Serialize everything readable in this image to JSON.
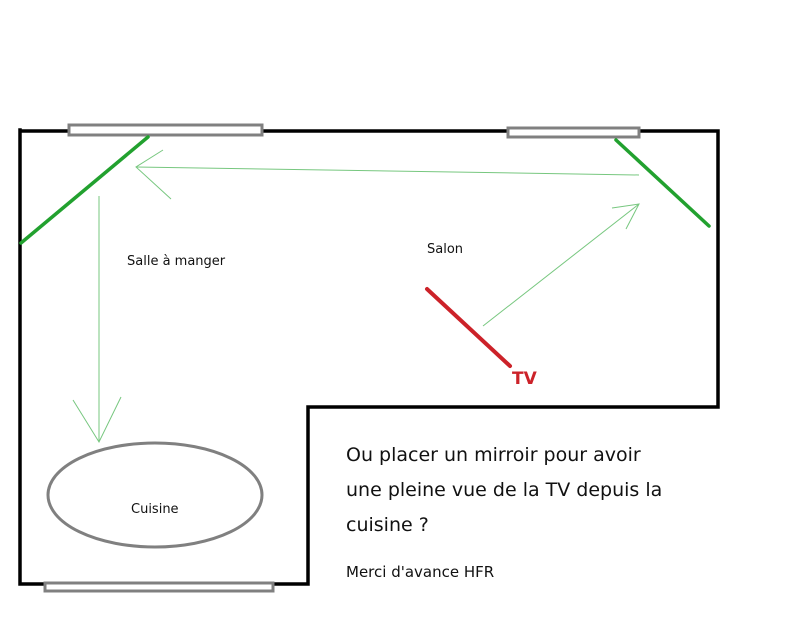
{
  "rooms": {
    "dining": "Salle à manger",
    "living": "Salon",
    "kitchen": "Cuisine"
  },
  "tv_label": "TV",
  "question_lines": [
    "Ou placer un mirroir pour avoir",
    "une pleine vue de la TV depuis la",
    "cuisine ?"
  ],
  "thanks": "Merci d'avance HFR",
  "colors": {
    "walls": "#000000",
    "windows": "#808080",
    "mirrors": "#22a12f",
    "tv": "#cc2229",
    "sightline": "#77c77f"
  }
}
